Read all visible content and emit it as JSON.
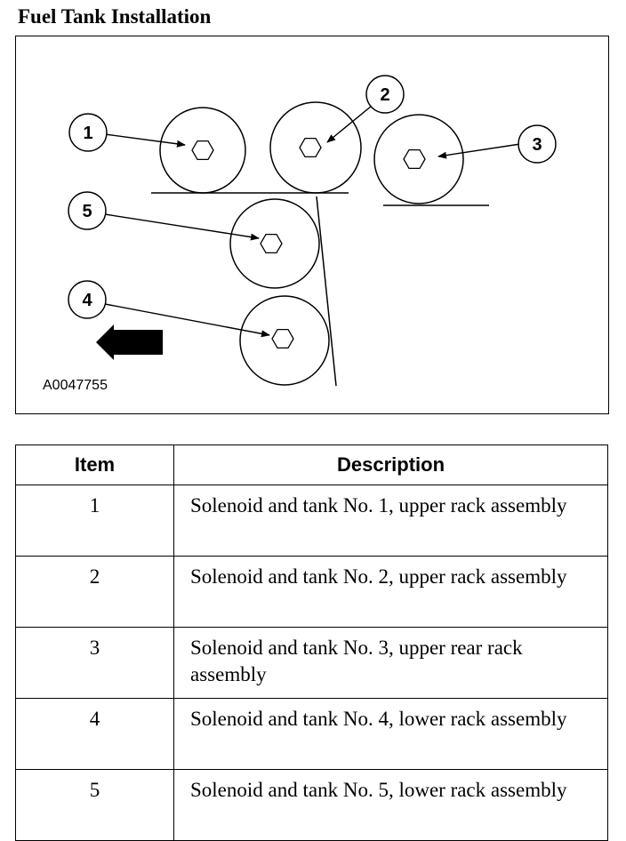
{
  "title": "Fuel Tank Installation",
  "figure": {
    "id": "A0047755",
    "callouts": [
      "1",
      "2",
      "3",
      "4",
      "5"
    ]
  },
  "table": {
    "headers": [
      "Item",
      "Description"
    ],
    "rows": [
      {
        "item": "1",
        "description": "Solenoid and tank No. 1, upper rack assembly"
      },
      {
        "item": "2",
        "description": "Solenoid and tank No. 2, upper rack assembly"
      },
      {
        "item": "3",
        "description": "Solenoid and tank No. 3, upper rear rack assembly"
      },
      {
        "item": "4",
        "description": "Solenoid and tank No. 4, lower rack assembly"
      },
      {
        "item": "5",
        "description": "Solenoid and tank No. 5, lower rack assembly"
      }
    ]
  }
}
